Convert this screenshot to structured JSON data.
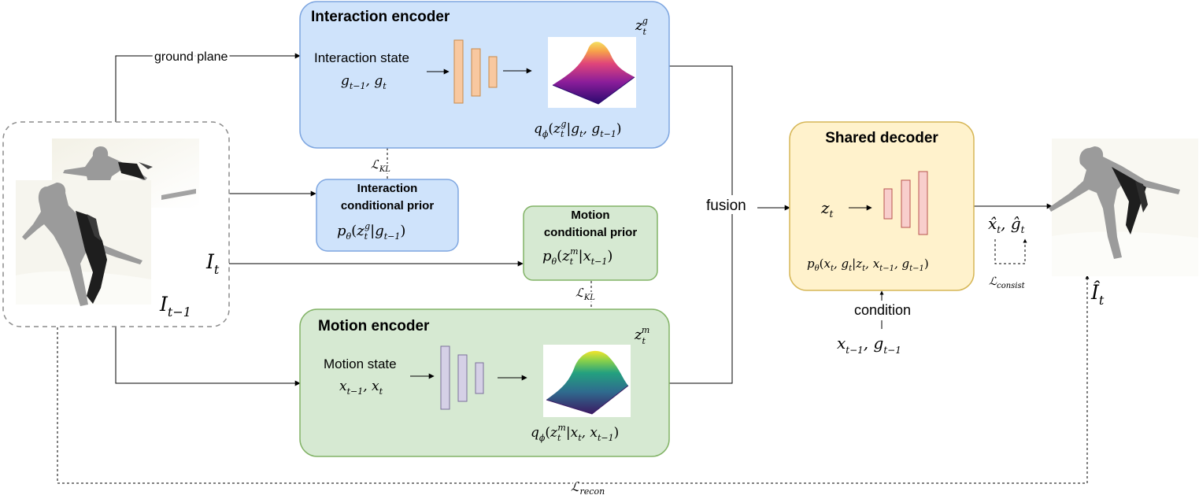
{
  "interaction_encoder": {
    "title": "Interaction encoder",
    "state_label": "Interaction state",
    "state_vars": "g",
    "latent": "z",
    "posterior": "q"
  },
  "motion_encoder": {
    "title": "Motion encoder",
    "state_label": "Motion state",
    "state_vars": "x",
    "latent": "z",
    "posterior": "q"
  },
  "interaction_prior": {
    "title_line1": "Interaction",
    "title_line2": "conditional prior",
    "formula": "p"
  },
  "motion_prior": {
    "title_line1": "Motion",
    "title_line2": "conditional prior",
    "formula": "p"
  },
  "shared_decoder": {
    "title": "Shared decoder",
    "input": "z",
    "formula": "p"
  },
  "labels": {
    "ground_plane": "ground plane",
    "fusion": "fusion",
    "condition": "condition",
    "condition_vars": "x",
    "outputs": "x̂",
    "input_frame_t": "I",
    "input_frame_prev": "I",
    "output_frame": "Î",
    "loss_kl_interaction": "ℒ",
    "loss_kl_motion": "ℒ",
    "loss_consist": "ℒ",
    "loss_recon": "ℒ"
  },
  "colors": {
    "interaction_fill": "#cfe3fb",
    "interaction_stroke": "#7ea6e0",
    "motion_fill": "#d6e9d2",
    "motion_stroke": "#82b366",
    "decoder_fill": "#fff2cc",
    "decoder_stroke": "#d6b656",
    "interaction_layer": "#f8c8a0",
    "motion_layer": "#d5d0e6",
    "decoder_layer": "#f8cecc"
  }
}
